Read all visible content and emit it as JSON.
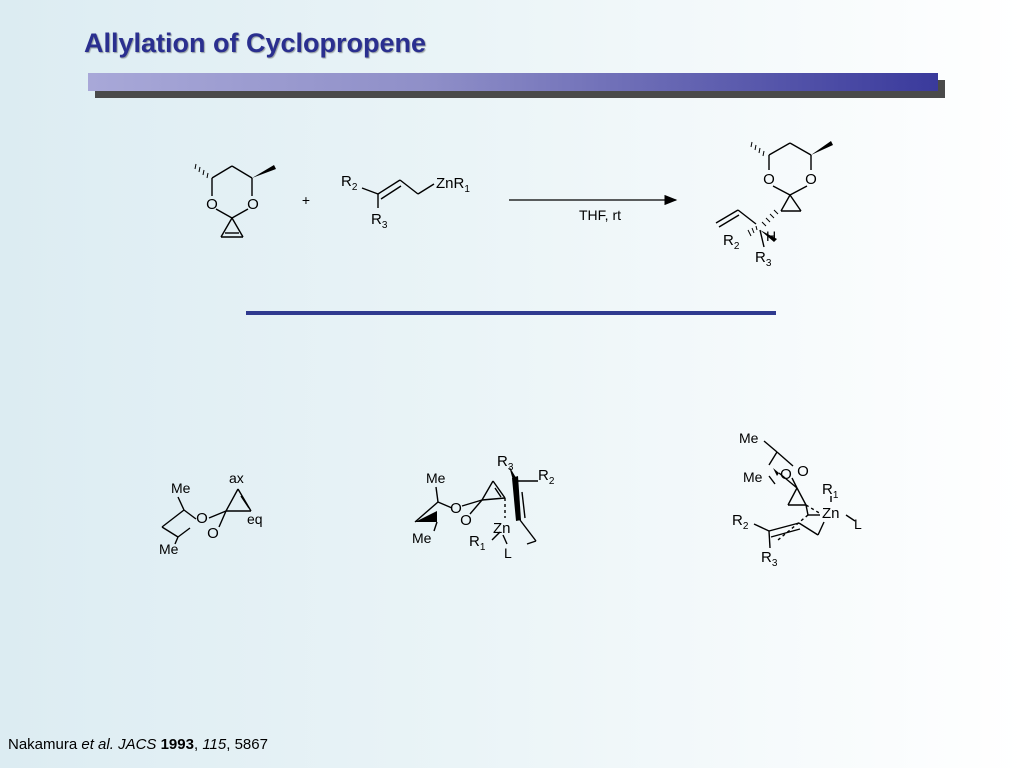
{
  "slide": {
    "title": "Allylation of Cyclopropene"
  },
  "reaction": {
    "plus": "+",
    "conditions": "THF, rt",
    "labels": {
      "O": "O",
      "R": "R",
      "sub1": "1",
      "sub2": "2",
      "sub3": "3",
      "Zn": "Zn",
      "H": "H",
      "Me": "Me",
      "L": "L",
      "ax": "ax",
      "eq": "eq"
    }
  },
  "citation": {
    "authors": "Nakamura",
    "etal": "et al.",
    "journal": "JACS",
    "year": "1993",
    "volume": "115",
    "page": "5867",
    "sep": ","
  }
}
